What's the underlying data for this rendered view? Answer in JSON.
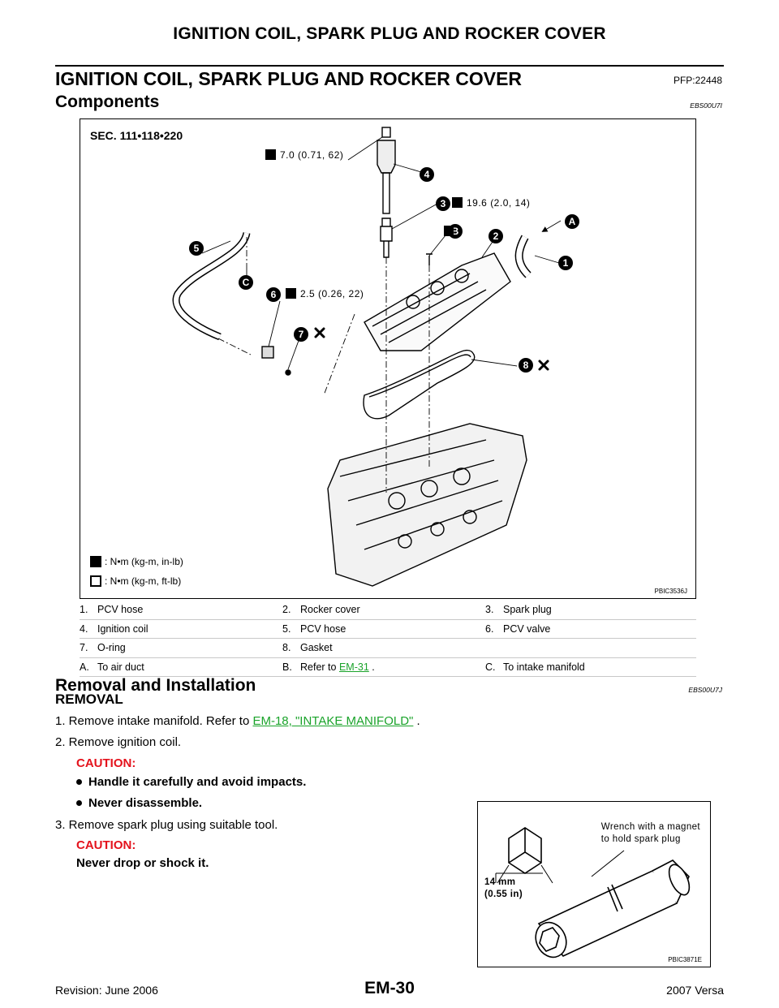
{
  "header": {
    "running_title": "IGNITION COIL, SPARK PLUG AND ROCKER COVER"
  },
  "section": {
    "title": "IGNITION COIL, SPARK PLUG AND ROCKER COVER",
    "code": "PFP:22448"
  },
  "components": {
    "title": "Components",
    "code": "EBS00U7I",
    "figure": {
      "sec_label": "SEC. 111•118•220",
      "figure_id": "PBIC3536J",
      "torque_1": "7.0 (0.71, 62)",
      "torque_2": "19.6 (2.0, 14)",
      "torque_3": "2.5 (0.26, 22)",
      "legend_1": ": N•m (kg-m, in-lb)",
      "legend_2": ": N•m (kg-m, ft-lb)",
      "markers": [
        "1",
        "2",
        "3",
        "4",
        "5",
        "6",
        "7",
        "8",
        "A",
        "B",
        "C"
      ]
    },
    "parts": [
      {
        "n1": "1.",
        "t1": "PCV hose",
        "n2": "2.",
        "t2": "Rocker cover",
        "n3": "3.",
        "t3": "Spark plug"
      },
      {
        "n1": "4.",
        "t1": "Ignition coil",
        "n2": "5.",
        "t2": "PCV hose",
        "n3": "6.",
        "t3": "PCV valve"
      },
      {
        "n1": "7.",
        "t1": "O-ring",
        "n2": "8.",
        "t2": "Gasket",
        "n3": "",
        "t3": ""
      },
      {
        "n1": "A.",
        "t1": "To air duct",
        "n2": "B.",
        "t2": "Refer to",
        "n3": "C.",
        "t3": "To intake manifold"
      }
    ],
    "ref_link": "EM-31",
    "ref_tail": "."
  },
  "removal": {
    "title": "Removal and Installation",
    "code": "EBS00U7J",
    "subtitle": "REMOVAL",
    "step1_text": "1.  Remove intake manifold. Refer to",
    "step1_link": "EM-18, \"INTAKE MANIFOLD\"",
    "step1_tail": ".",
    "step2": "2.  Remove ignition coil.",
    "caution_label": "CAUTION:",
    "bullet1": "Handle it carefully and avoid impacts.",
    "bullet2": "Never disassemble.",
    "step3": "3.  Remove spark plug using suitable tool.",
    "caution_label_2": "CAUTION:",
    "caution_text_2": "Never drop or shock it."
  },
  "tool_figure": {
    "note_line1": "Wrench with a magnet",
    "note_line2": "to hold spark plug",
    "dim_line1": "14 mm",
    "dim_line2": "(0.55 in)",
    "figure_id": "PBIC3871E"
  },
  "footer": {
    "page_number": "EM-30",
    "revision": "Revision: June 2006",
    "model": "2007 Versa"
  }
}
